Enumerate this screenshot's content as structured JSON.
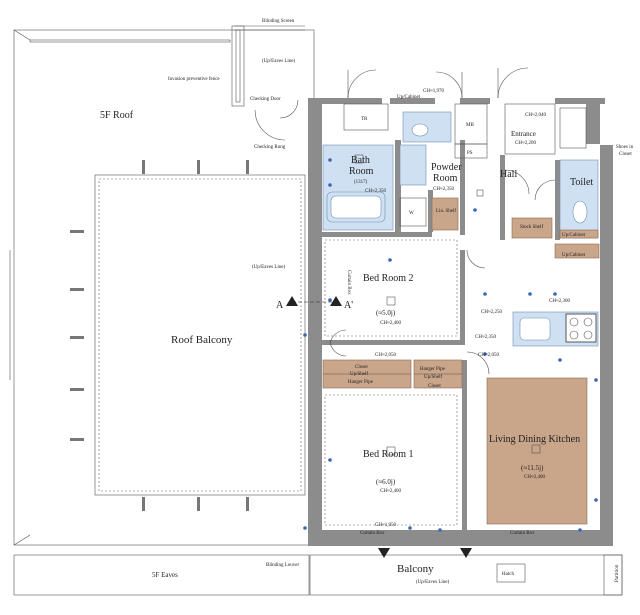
{
  "plan": {
    "rooms": {
      "bedroom1": "Bed Room 1",
      "bedroom1_area": "(≈6.0j)",
      "bedroom1_ch": "CH≈2,400",
      "bedroom2": "Bed Room 2",
      "bedroom2_area": "(≈5.0j)",
      "bedroom2_ch": "CH≈2,400",
      "ldk": "Living Dining Kitchen",
      "ldk_area": "(≈11.5j)",
      "ldk_ch": "CH≈2,400",
      "bath": "Bath",
      "bath2": "Room",
      "bath_size": "(1317)",
      "powder": "Powder",
      "powder2": "Room",
      "hall": "Hall",
      "entrance": "Entrance",
      "toilet": "Toilet",
      "tr": "TR",
      "mb": "MB",
      "ps": "PS",
      "w": "W"
    },
    "outside": {
      "roof_5f": "5F Roof",
      "roof_balcony": "Roof Balcony",
      "eaves_5f": "5F Eaves",
      "balcony": "Balcony",
      "hatch": "Hatch"
    },
    "notes": {
      "blinding_screen": "Blinding Screen",
      "up_eaves_line_top": "(Up/Eaves Line)",
      "invasion_fence": "Invasion preventive fence",
      "checking_door": "Checking Door",
      "checking_rung": "Checking Rung",
      "up_eaves_line_mid": "(Up/Eaves Line)",
      "up_eaves_line_bottom": "(Up/Eaves Line)",
      "blinding_louver": "Blinding Louver",
      "up_cabinet_top": "Up/Cabinet",
      "up_cabinet_kitchen": "Up/Cabinet",
      "up_cabinet_toilet": "Up/Cabinet",
      "shoes_in_closet_1": "Shoes in",
      "shoes_in_closet_2": "Closet",
      "closet_left": "Closet",
      "closet_right": "Closet",
      "up_shelf_left": "Up/Shelf",
      "up_shelf_right": "Up/Shelf",
      "hanger_pipe_left": "Hanger Pipe",
      "hanger_pipe_right": "Hanger Pipe",
      "curtain_box_bottom_left": "Curtain Box",
      "curtain_box_bottom_right": "Curtain Box",
      "curtain_box_vertical": "Curtain Box",
      "lin_shelf": "Lin. Shelf",
      "stock_shelf": "Stock Shelf",
      "partition": "Partition",
      "section_a": "A",
      "section_a_prime": "A'"
    },
    "ceiling_heights": {
      "ch_1370": "CH≈1,970",
      "ch_2350_bath": "CH≈2,350",
      "ch_2350_powder": "CH≈2,350",
      "ch_2040": "CH≈2,040",
      "ch_2200": "CH≈2,200",
      "ch_2050_a": "CH≈2,050",
      "ch_2050_b": "CH≈2,050",
      "ch_2350_hall": "CH≈2,350",
      "ch_2300": "CH≈2,300",
      "ch_1950": "CH≈1,950",
      "ch_2250": "CH≈2,250"
    }
  }
}
